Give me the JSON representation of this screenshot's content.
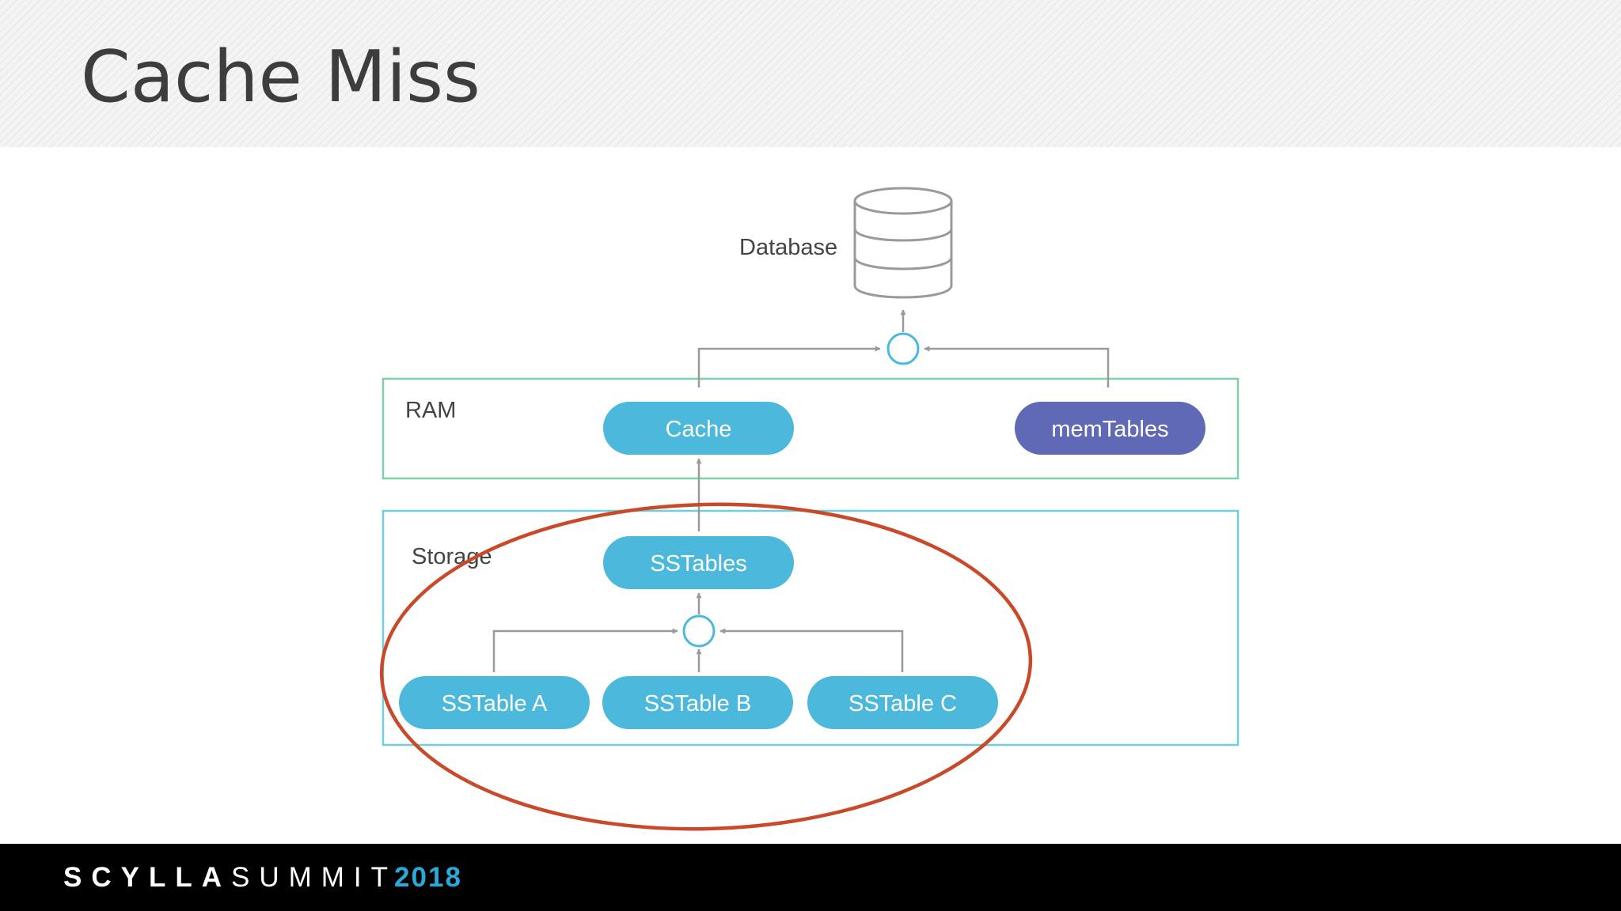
{
  "slide": {
    "title": "Cache Miss"
  },
  "diagram": {
    "database_label": "Database",
    "database_icon": "database-cylinder-icon",
    "regions": {
      "ram": {
        "label": "RAM",
        "border_color": "#7fd0a6"
      },
      "storage": {
        "label": "Storage",
        "border_color": "#6fcfe0"
      }
    },
    "nodes": {
      "cache": "Cache",
      "memtables": "memTables",
      "sstables": "SSTables",
      "sstable_a": "SSTable A",
      "sstable_b": "SSTable B",
      "sstable_c": "SSTable C"
    },
    "colors": {
      "pill_blue": "#4bb8dc",
      "pill_purple": "#5f69b6",
      "merge_circle": "#4bb8dc",
      "arrow": "#9a9a9a",
      "highlight_ellipse": "#c94a2a"
    }
  },
  "footer": {
    "logo_word1": "SCYLLA",
    "logo_word2": "SUMMIT",
    "logo_year": "2018",
    "year_color": "#2aa8d8"
  }
}
